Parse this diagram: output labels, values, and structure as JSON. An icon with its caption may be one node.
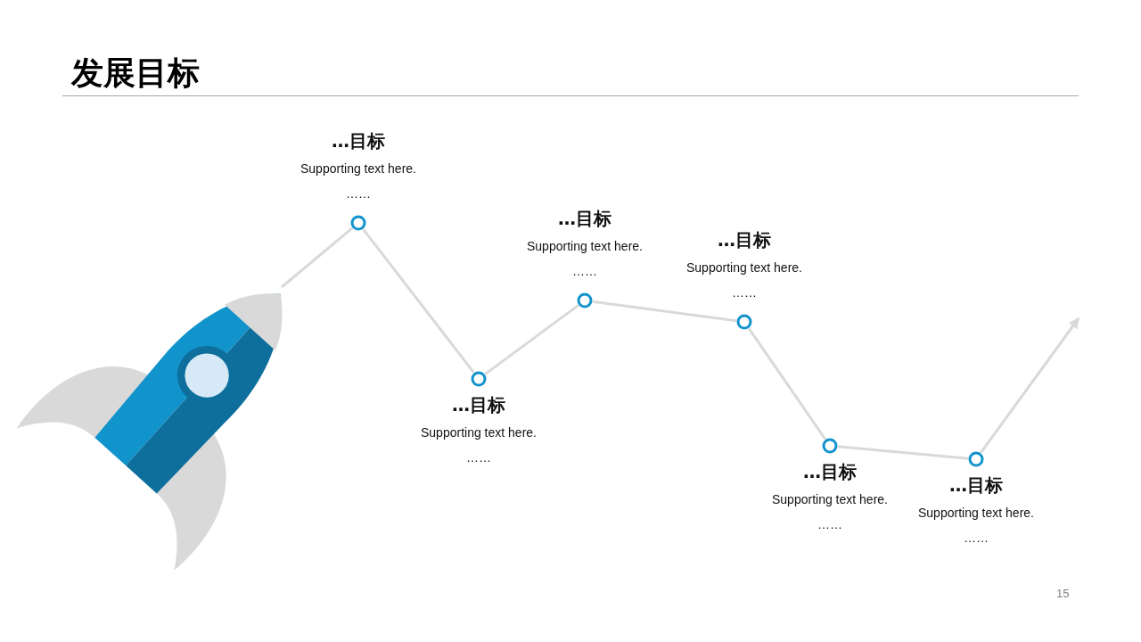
{
  "diagram": {
    "title": "发展目标",
    "nodes": [
      {
        "text": [],
        "shape": "picture"
      },
      {
        "text": [],
        "shape": "circle",
        "beside": [
          "…目标",
          "Supporting text here. ……"
        ]
      },
      {
        "text": [],
        "shape": "circle",
        "beside": [
          "…目标",
          "Supporting text here. ……"
        ]
      },
      {
        "text": [],
        "shape": "circle",
        "beside": [
          "…目标",
          "Supporting text here. ……"
        ]
      },
      {
        "text": [],
        "shape": "circle",
        "beside": [
          "…目标",
          "Supporting text here. ……"
        ]
      },
      {
        "text": [],
        "shape": "circle",
        "beside": [
          "…目标",
          "Supporting text here. ……"
        ]
      },
      {
        "text": [],
        "shape": "circle",
        "beside": [
          "…目标",
          "Supporting text here. ……"
        ]
      }
    ],
    "edges": [
      {
        "from": 0,
        "to": 1,
        "arrow": "none"
      },
      {
        "from": 1,
        "to": 2,
        "arrow": "none"
      },
      {
        "from": 2,
        "to": 3,
        "arrow": "none"
      },
      {
        "from": 3,
        "to": 4,
        "arrow": "none"
      },
      {
        "from": 4,
        "to": 5,
        "arrow": "none"
      },
      {
        "from": 5,
        "to": 6,
        "arrow": "none"
      },
      {
        "from": 6,
        "to": null,
        "arrow": "to"
      }
    ],
    "labels": [
      "15"
    ]
  }
}
